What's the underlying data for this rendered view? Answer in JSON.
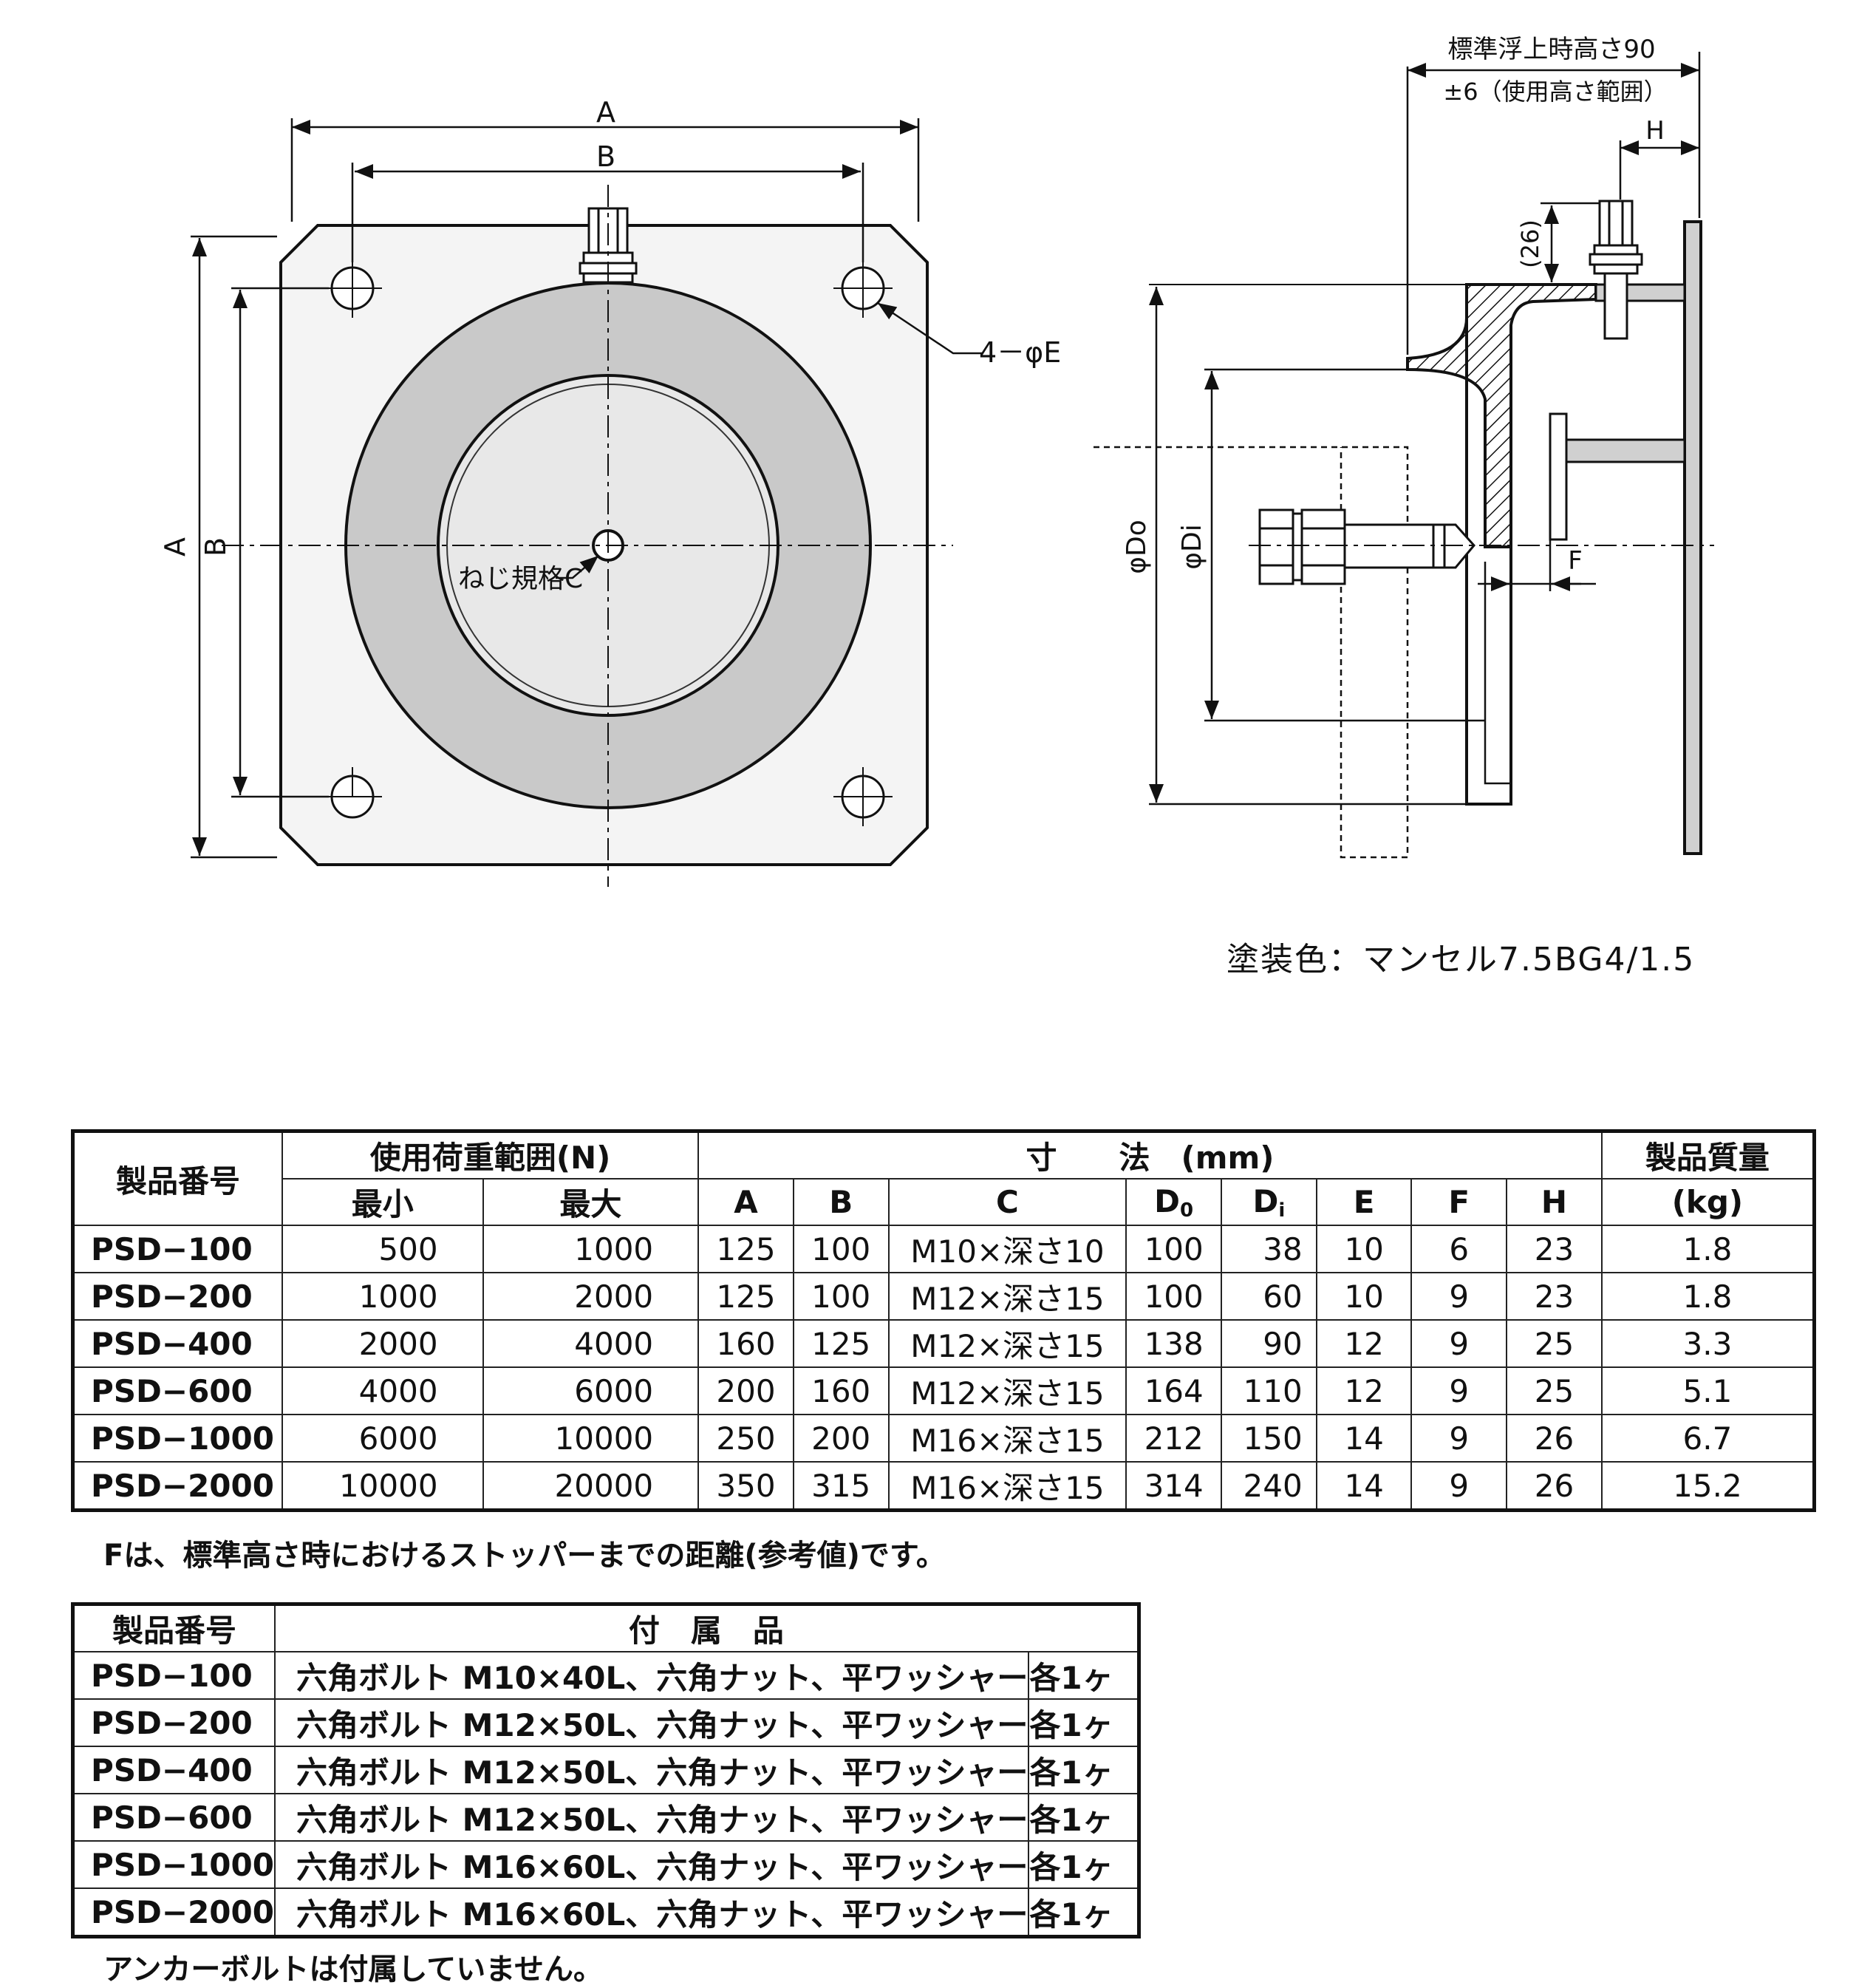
{
  "drawing": {
    "labels": {
      "a_top": "A",
      "b_top": "B",
      "a_side": "A",
      "b_side": "B",
      "hole": "4－φE",
      "thread": "ねじ規格C",
      "height_line1": "標準浮上時高さ90",
      "height_line2": "±6（使用高さ範囲）",
      "h": "H",
      "dim26": "(26)",
      "do": "φDo",
      "di": "φDi",
      "f": "F"
    },
    "paint_note": "塗装色：マンセル7.5BG4/1.5"
  },
  "spec_table": {
    "headers": {
      "product_no": "製品番号",
      "load_range": "使用荷重範囲(N)",
      "min": "最小",
      "max": "最大",
      "dimensions": "寸　　法　(mm)",
      "mass_line1": "製品質量",
      "mass_line2": "(kg)",
      "A": "A",
      "B": "B",
      "C": "C",
      "D0": "D",
      "D0_sub": "0",
      "Di": "D",
      "Di_sub": "i",
      "E": "E",
      "F": "F",
      "H": "H"
    },
    "rows": [
      {
        "pn": "PSD−100",
        "min": "500",
        "max": "1000",
        "A": "125",
        "B": "100",
        "C": "M10×深さ10",
        "D0": "100",
        "Di": "38",
        "E": "10",
        "F": "6",
        "H": "23",
        "mass": "1.8"
      },
      {
        "pn": "PSD−200",
        "min": "1000",
        "max": "2000",
        "A": "125",
        "B": "100",
        "C": "M12×深さ15",
        "D0": "100",
        "Di": "60",
        "E": "10",
        "F": "9",
        "H": "23",
        "mass": "1.8"
      },
      {
        "pn": "PSD−400",
        "min": "2000",
        "max": "4000",
        "A": "160",
        "B": "125",
        "C": "M12×深さ15",
        "D0": "138",
        "Di": "90",
        "E": "12",
        "F": "9",
        "H": "25",
        "mass": "3.3"
      },
      {
        "pn": "PSD−600",
        "min": "4000",
        "max": "6000",
        "A": "200",
        "B": "160",
        "C": "M12×深さ15",
        "D0": "164",
        "Di": "110",
        "E": "12",
        "F": "9",
        "H": "25",
        "mass": "5.1"
      },
      {
        "pn": "PSD−1000",
        "min": "6000",
        "max": "10000",
        "A": "250",
        "B": "200",
        "C": "M16×深さ15",
        "D0": "212",
        "Di": "150",
        "E": "14",
        "F": "9",
        "H": "26",
        "mass": "6.7"
      },
      {
        "pn": "PSD−2000",
        "min": "10000",
        "max": "20000",
        "A": "350",
        "B": "315",
        "C": "M16×深さ15",
        "D0": "314",
        "Di": "240",
        "E": "14",
        "F": "9",
        "H": "26",
        "mass": "15.2"
      }
    ],
    "note": "Fは、標準高さ時におけるストッパーまでの距離(参考値)です。"
  },
  "accessory_table": {
    "headers": {
      "product_no": "製品番号",
      "accessories": "付　属　品"
    },
    "rows": [
      {
        "pn": "PSD−100",
        "acc": "六角ボルト M10×40L、六角ナット、平ワッシャー",
        "qty": "各1ヶ"
      },
      {
        "pn": "PSD−200",
        "acc": "六角ボルト M12×50L、六角ナット、平ワッシャー",
        "qty": "各1ヶ"
      },
      {
        "pn": "PSD−400",
        "acc": "六角ボルト M12×50L、六角ナット、平ワッシャー",
        "qty": "各1ヶ"
      },
      {
        "pn": "PSD−600",
        "acc": "六角ボルト M12×50L、六角ナット、平ワッシャー",
        "qty": "各1ヶ"
      },
      {
        "pn": "PSD−1000",
        "acc": "六角ボルト M16×60L、六角ナット、平ワッシャー",
        "qty": "各1ヶ"
      },
      {
        "pn": "PSD−2000",
        "acc": "六角ボルト M16×60L、六角ナット、平ワッシャー",
        "qty": "各1ヶ"
      }
    ],
    "note": "アンカーボルトは付属していません。"
  }
}
